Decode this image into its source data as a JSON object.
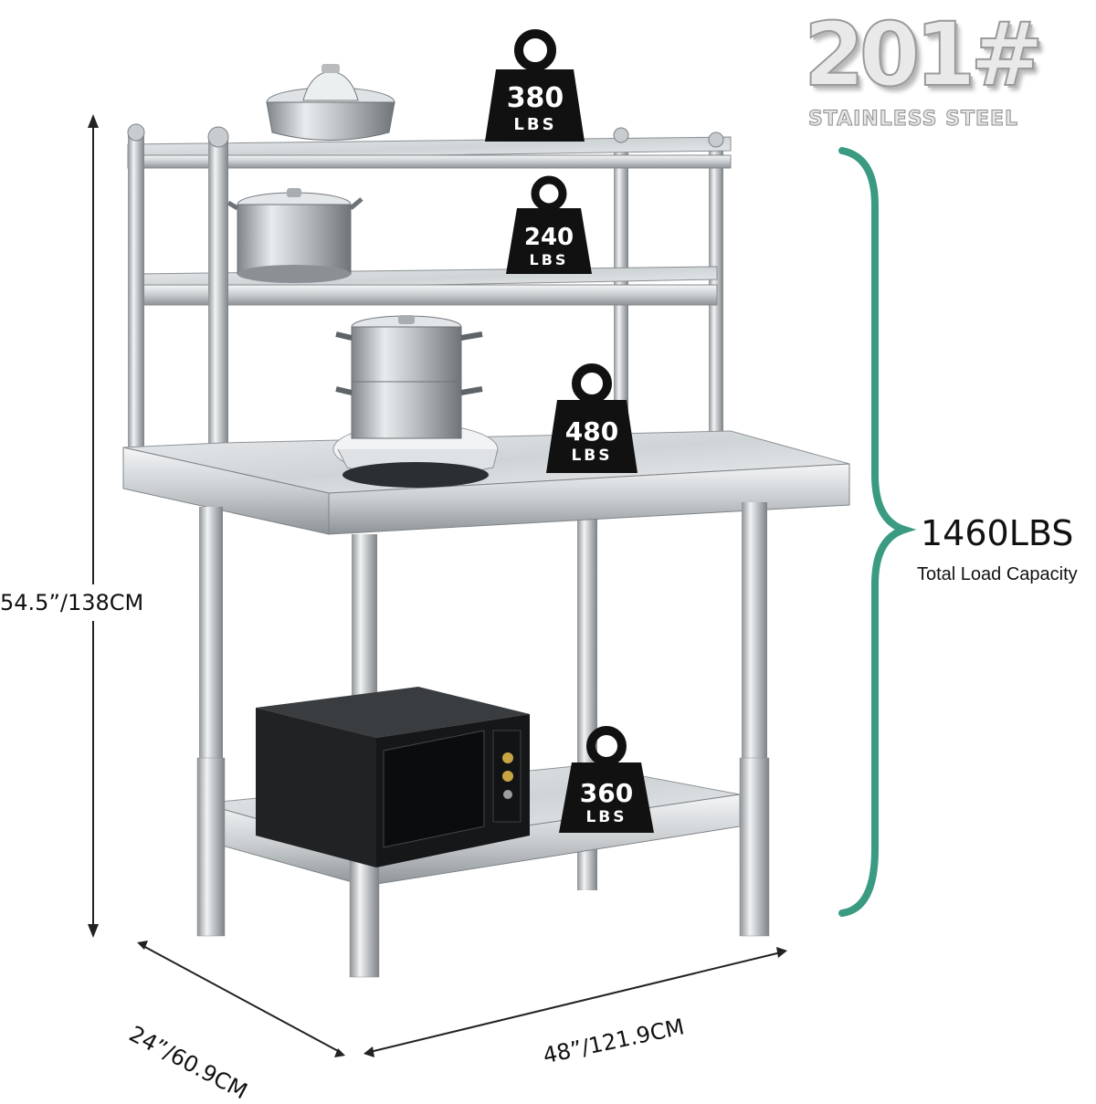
{
  "brand": {
    "grade": "201#",
    "material": "STAINLESS STEEL"
  },
  "dimensions": {
    "height": "54.5”/138CM",
    "depth": "24”/60.9CM",
    "width": "48”/121.9CM"
  },
  "capacity": {
    "total": "1460LBS",
    "label": "Total Load Capacity"
  },
  "weights": [
    {
      "value": "380",
      "unit": "LBS"
    },
    {
      "value": "240",
      "unit": "LBS"
    },
    {
      "value": "480",
      "unit": "LBS"
    },
    {
      "value": "360",
      "unit": "LBS"
    }
  ],
  "colors": {
    "bracket": "#3a9a82",
    "weight": "#111111",
    "steel": "#cfd3d6"
  }
}
